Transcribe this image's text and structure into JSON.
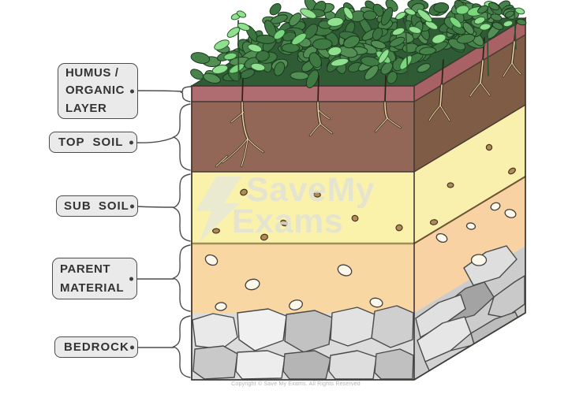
{
  "page": {
    "background": "#ffffff"
  },
  "diagram": {
    "type": "soil-profile-3d-block",
    "layers": [
      {
        "id": "humus",
        "name": "Humus / Organic Layer",
        "front_color": "#b06d71",
        "side_color": "#a86165"
      },
      {
        "id": "top_soil",
        "name": "Top Soil",
        "front_color": "#926758",
        "side_color": "#7f5c46"
      },
      {
        "id": "sub_soil",
        "name": "Sub Soil",
        "front_color": "#faf2ab",
        "side_color": "#faf0ae"
      },
      {
        "id": "parent_material",
        "name": "Parent Material",
        "front_color": "#f9d7a2",
        "side_color": "#f8d2a2"
      },
      {
        "id": "bedrock",
        "name": "Bedrock",
        "front_color": "#dcdcdc",
        "side_color": "#cccccc"
      }
    ],
    "vegetation": {
      "leaf_color": "#47824a",
      "leaf_highlight_color": "#8fe08f"
    }
  },
  "labels": {
    "humus": {
      "text": "HUMUS /\nORGANIC\nLAYER"
    },
    "top_soil": {
      "text": "TOP SOIL"
    },
    "sub_soil": {
      "text": "SUB SOIL"
    },
    "parent_material": {
      "text": "PARENT\nMATERIAL"
    },
    "bedrock": {
      "text": "BEDROCK"
    }
  },
  "watermark": {
    "line1": "SaveMy",
    "line2": "Exams"
  },
  "footer": {
    "copyright": "Copyright © Save My Exams. All Rights Reserved"
  }
}
